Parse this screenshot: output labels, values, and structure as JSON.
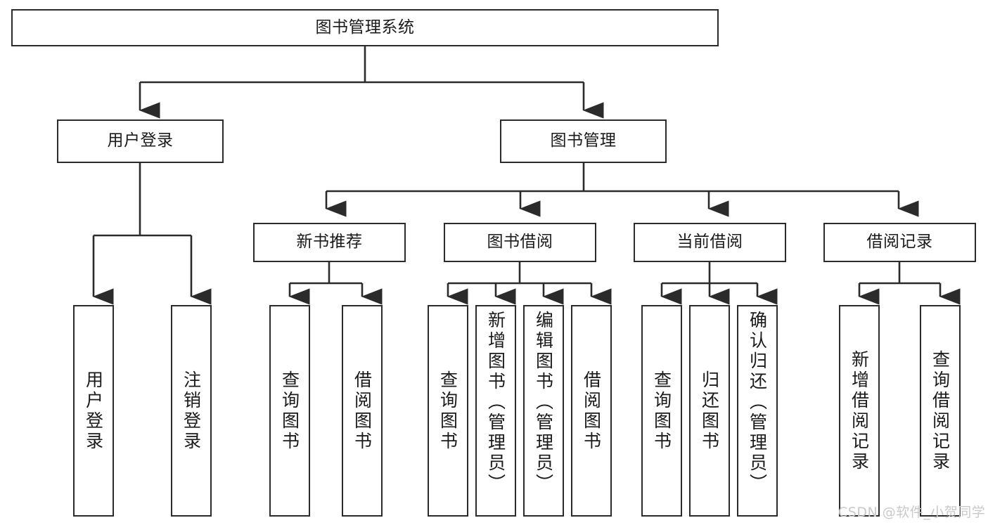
{
  "diagram": {
    "type": "tree-hierarchy",
    "title": "图书管理系统",
    "watermark": "CSDN @软件_小贺同学",
    "colors": {
      "box_border": "#2b2b2b",
      "box_fill": "#ffffff",
      "connector": "#2b2b2b",
      "text": "#1a1a1a",
      "watermark": "#c9c9c9",
      "background": "#ffffff"
    }
  },
  "nodes": {
    "root": {
      "label": "图书管理系统",
      "level": 0
    },
    "level1": [
      {
        "id": "user-login",
        "label": "用户登录"
      },
      {
        "id": "book-management",
        "label": "图书管理"
      }
    ],
    "level2": [
      {
        "id": "new-book-recommend",
        "label": "新书推荐",
        "parent": "book-management"
      },
      {
        "id": "book-borrow",
        "label": "图书借阅",
        "parent": "book-management"
      },
      {
        "id": "current-borrow",
        "label": "当前借阅",
        "parent": "book-management"
      },
      {
        "id": "borrow-record",
        "label": "借阅记录",
        "parent": "book-management"
      }
    ],
    "leaves": [
      {
        "id": "leaf-user-login",
        "label": "用户登录",
        "parent": "user-login"
      },
      {
        "id": "leaf-logout",
        "label": "注销登录",
        "parent": "user-login"
      },
      {
        "id": "leaf-query-book-1",
        "label": "查询图书",
        "parent": "new-book-recommend"
      },
      {
        "id": "leaf-borrow-book-1",
        "label": "借阅图书",
        "parent": "new-book-recommend"
      },
      {
        "id": "leaf-query-book-2",
        "label": "查询图书",
        "parent": "book-borrow"
      },
      {
        "id": "leaf-add-book",
        "label": "新增图书（管理员）",
        "parent": "book-borrow"
      },
      {
        "id": "leaf-edit-book",
        "label": "编辑图书（管理员）",
        "parent": "book-borrow"
      },
      {
        "id": "leaf-borrow-book-2",
        "label": "借阅图书",
        "parent": "book-borrow"
      },
      {
        "id": "leaf-query-book-3",
        "label": "查询图书",
        "parent": "current-borrow"
      },
      {
        "id": "leaf-return-book",
        "label": "归还图书",
        "parent": "current-borrow"
      },
      {
        "id": "leaf-confirm-return",
        "label": "确认归还（管理员）",
        "parent": "current-borrow"
      },
      {
        "id": "leaf-add-record",
        "label": "新增借阅记录",
        "parent": "borrow-record"
      },
      {
        "id": "leaf-query-record",
        "label": "查询借阅记录",
        "parent": "borrow-record"
      }
    ]
  }
}
